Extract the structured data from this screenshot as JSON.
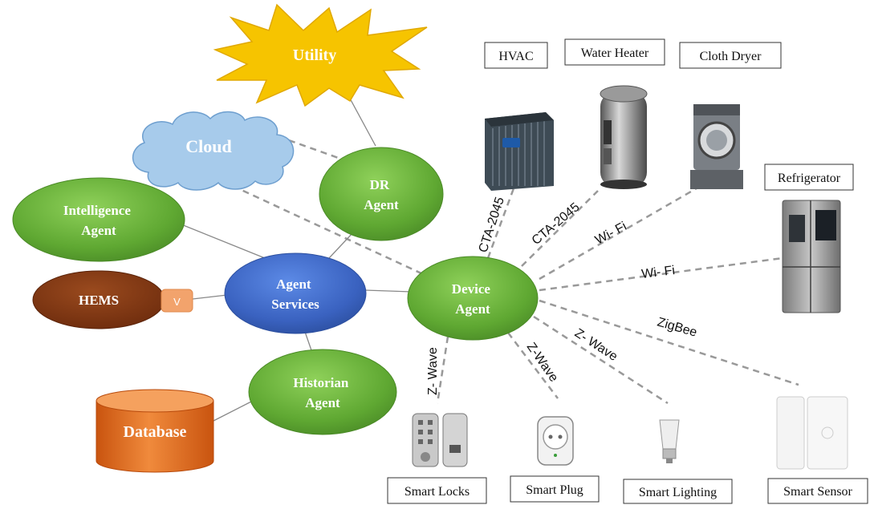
{
  "nodes": {
    "utility": "Utility",
    "cloud": "Cloud",
    "dr_agent": [
      "DR",
      "Agent"
    ],
    "intelligence_agent": [
      "Intelligence",
      "Agent"
    ],
    "agent_services": [
      "Agent",
      "Services"
    ],
    "hems": "HEMS",
    "hems_badge": "V",
    "device_agent": [
      "Device",
      "Agent"
    ],
    "historian_agent": [
      "Historian",
      "Agent"
    ],
    "database": "Database"
  },
  "devices": {
    "hvac": "HVAC",
    "water_heater": "Water Heater",
    "cloth_dryer": "Cloth Dryer",
    "refrigerator": "Refrigerator",
    "smart_locks": "Smart Locks",
    "smart_plug": "Smart Plug",
    "smart_lighting": "Smart Lighting",
    "smart_sensor": "Smart Sensor"
  },
  "links": {
    "hvac": "CTA-2045",
    "water_heater": "CTA-2045",
    "cloth_dryer": "Wi- Fi",
    "refrigerator": "Wi- Fi",
    "smart_sensor": "ZigBee",
    "smart_lighting": "Z- Wave",
    "smart_plug": "Z-Wave",
    "smart_locks": "Z- Wave"
  },
  "colors": {
    "green_agent": "#6cb33e",
    "blue_agent": "#3a66c4",
    "hems": "#7a3210",
    "database": "#e0691c",
    "cloud": "#a7cbeb",
    "utility": "#f6c400"
  }
}
